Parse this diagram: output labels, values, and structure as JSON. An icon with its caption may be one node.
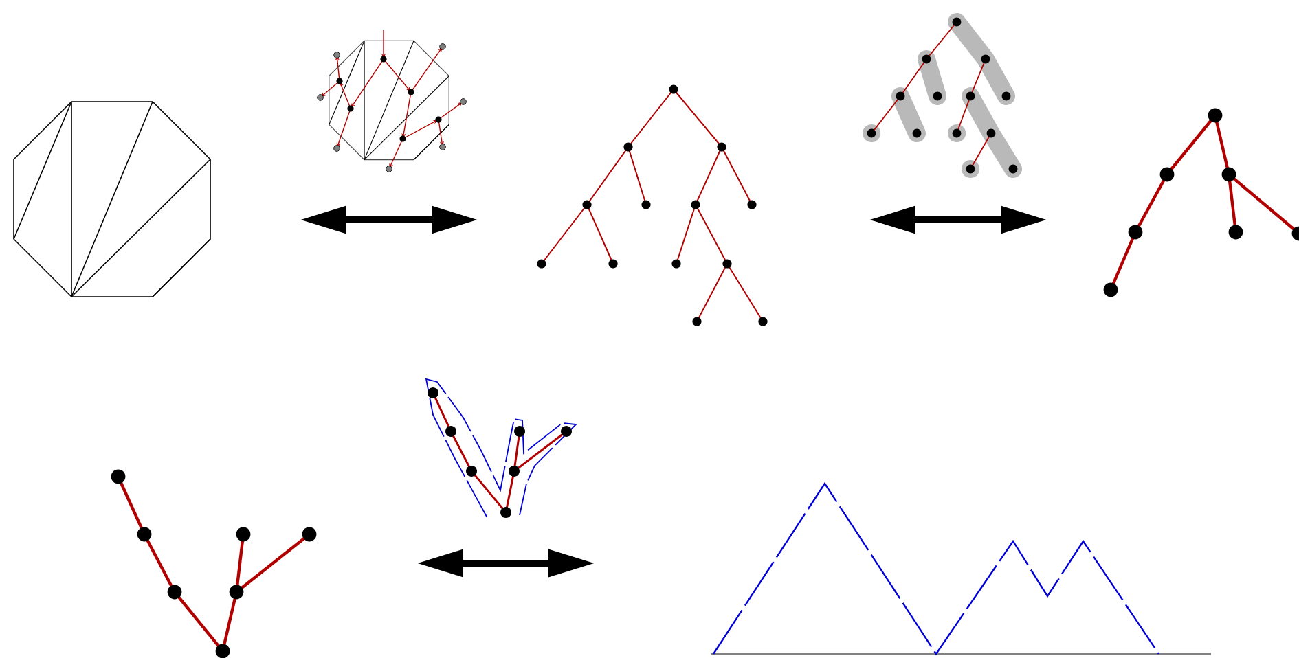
{
  "diagram": {
    "nodes": [
      {
        "text": [],
        "shape": "picture"
      },
      {
        "text": [],
        "shape": "picture"
      },
      {
        "text": [],
        "shape": "picture"
      },
      {
        "text": [],
        "shape": "picture"
      },
      {
        "text": [],
        "shape": "picture"
      }
    ]
  }
}
